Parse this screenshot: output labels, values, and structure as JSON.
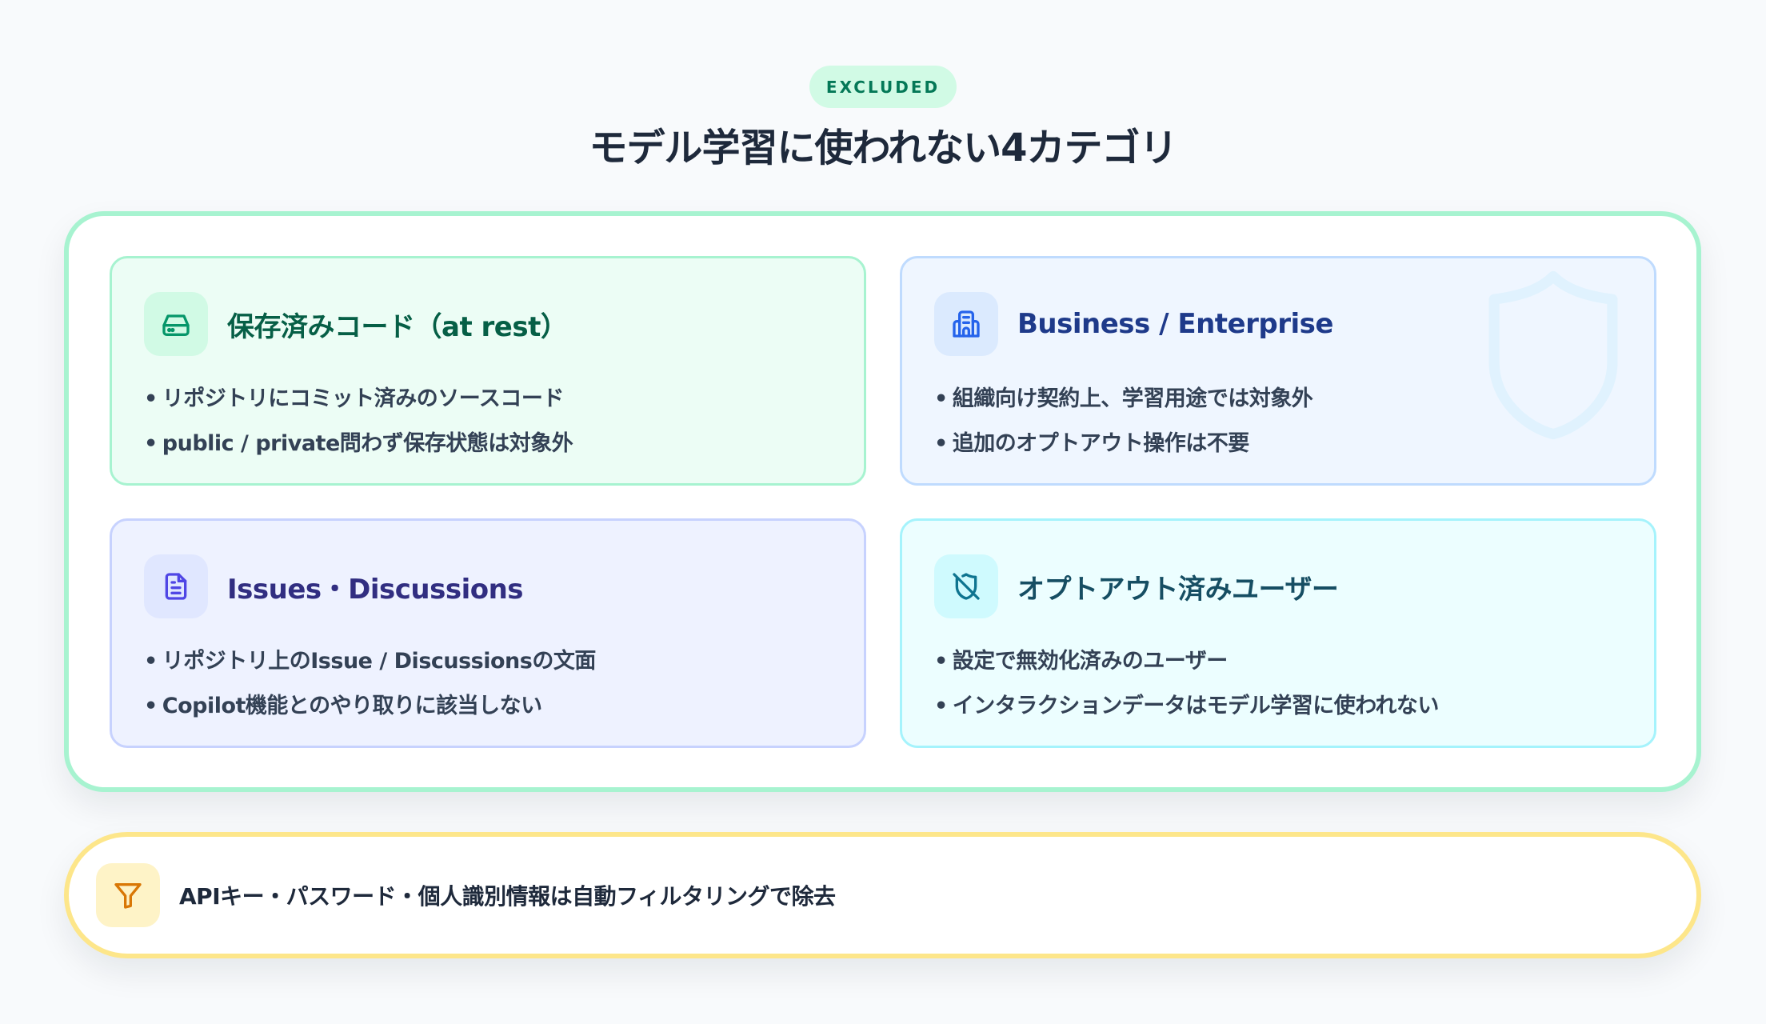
{
  "header": {
    "badge": "EXCLUDED",
    "title": "モデル学習に使われない4カテゴリ"
  },
  "colors": {
    "badge_bg": "#d1fae5",
    "badge_text": "#047857",
    "panel_border": "#a7f3d0",
    "banner_border": "#fde68a",
    "title": "#1e293b",
    "body_text": "#334155"
  },
  "cards": [
    {
      "icon": "hard-drive-icon",
      "title": "保存済みコード（at rest）",
      "accent": "#059669",
      "bullets": [
        "リポジトリにコミット済みのソースコード",
        "public / private問わず保存状態は対象外"
      ]
    },
    {
      "icon": "building-icon",
      "title": "Business / Enterprise",
      "accent": "#2563eb",
      "watermark": "shield-icon",
      "bullets": [
        "組織向け契約上、学習用途では対象外",
        "追加のオプトアウト操作は不要"
      ]
    },
    {
      "icon": "document-icon",
      "title": "Issues・Discussions",
      "accent": "#4f46e5",
      "bullets": [
        "リポジトリ上のIssue / Discussionsの文面",
        "Copilot機能とのやり取りに該当しない"
      ]
    },
    {
      "icon": "shield-off-icon",
      "title": "オプトアウト済みユーザー",
      "accent": "#0e7490",
      "bullets": [
        "設定で無効化済みのユーザー",
        "インタラクションデータはモデル学習に使われない"
      ]
    }
  ],
  "banner": {
    "icon": "filter-icon",
    "accent": "#d97706",
    "text": "APIキー・パスワード・個人識別情報は自動フィルタリングで除去"
  }
}
